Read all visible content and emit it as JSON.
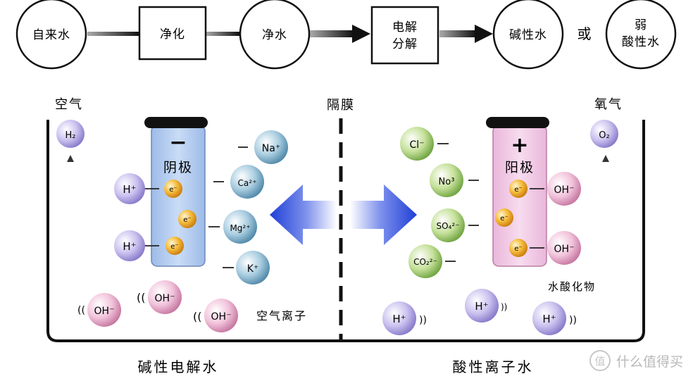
{
  "flow": {
    "node_tap": "自来水",
    "node_purify": "净化",
    "node_pure": "净水",
    "node_electrolysis_1": "电解",
    "node_electrolysis_2": "分解",
    "node_alkaline": "碱性水",
    "connector_or": "或",
    "node_weak_1": "弱",
    "node_weak_2": "酸性水"
  },
  "tank": {
    "air_label": "空气",
    "membrane_label": "隔膜",
    "oxygen_label": "氧气",
    "cathode_sign": "−",
    "cathode_label": "阴极",
    "anode_sign": "+",
    "anode_label": "阳极",
    "air_ions_label": "空气离子",
    "hydroxide_label": "水酸化物",
    "left_bottom_label": "碱性电解水",
    "right_bottom_label": "酸性离子水"
  },
  "molecules": {
    "h2": "H₂",
    "o2": "O₂",
    "na": "Na⁺",
    "ca": "Ca²⁺",
    "mg": "Mg²⁺",
    "k": "K⁺",
    "cl": "Cl⁻",
    "no3": "No³",
    "so4": "SO₄²⁻",
    "co2": "CO₂²⁻",
    "h_plus": "H⁺",
    "oh_minus": "OH⁻",
    "electron": "e⁻"
  },
  "colors": {
    "cathode_fill": "#b3cdf2",
    "anode_fill": "#f2c8e6",
    "arrow_blue": "#1f3fd6",
    "electron": "#f0a21c"
  },
  "watermark": {
    "badge": "值",
    "text": "什么值得买"
  }
}
